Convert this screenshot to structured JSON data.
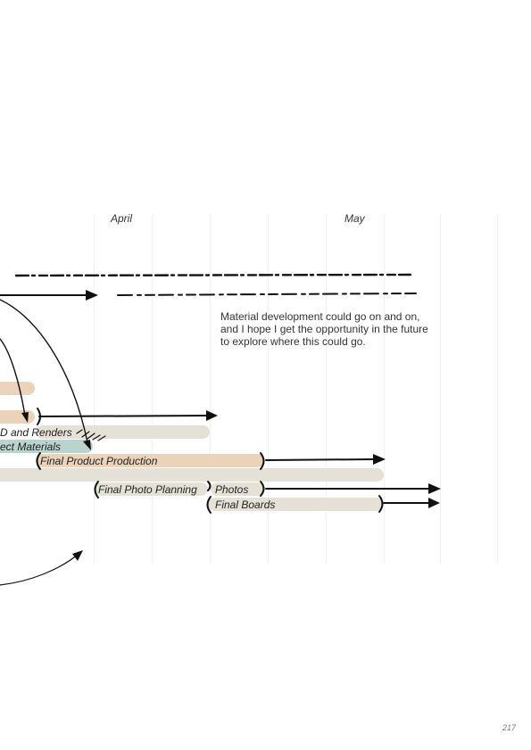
{
  "timeline": {
    "months": [
      "April",
      "May"
    ]
  },
  "note": {
    "text": "Material development could go on and on, and I hope I get the opportunity in the future to explore where this could go."
  },
  "tasks": {
    "cad_renders": "D and Renders",
    "select_materials": "ect Materials",
    "final_product_production": "Final Product Production",
    "final_photo_planning": "Final Photo Planning",
    "photos": "Photos",
    "final_boards": "Final Boards"
  },
  "page": {
    "number": "217"
  },
  "colors": {
    "tan": "#ead3b8",
    "beige": "#e5e1d7",
    "teal": "#b9d4cc",
    "ink": "#111111"
  }
}
